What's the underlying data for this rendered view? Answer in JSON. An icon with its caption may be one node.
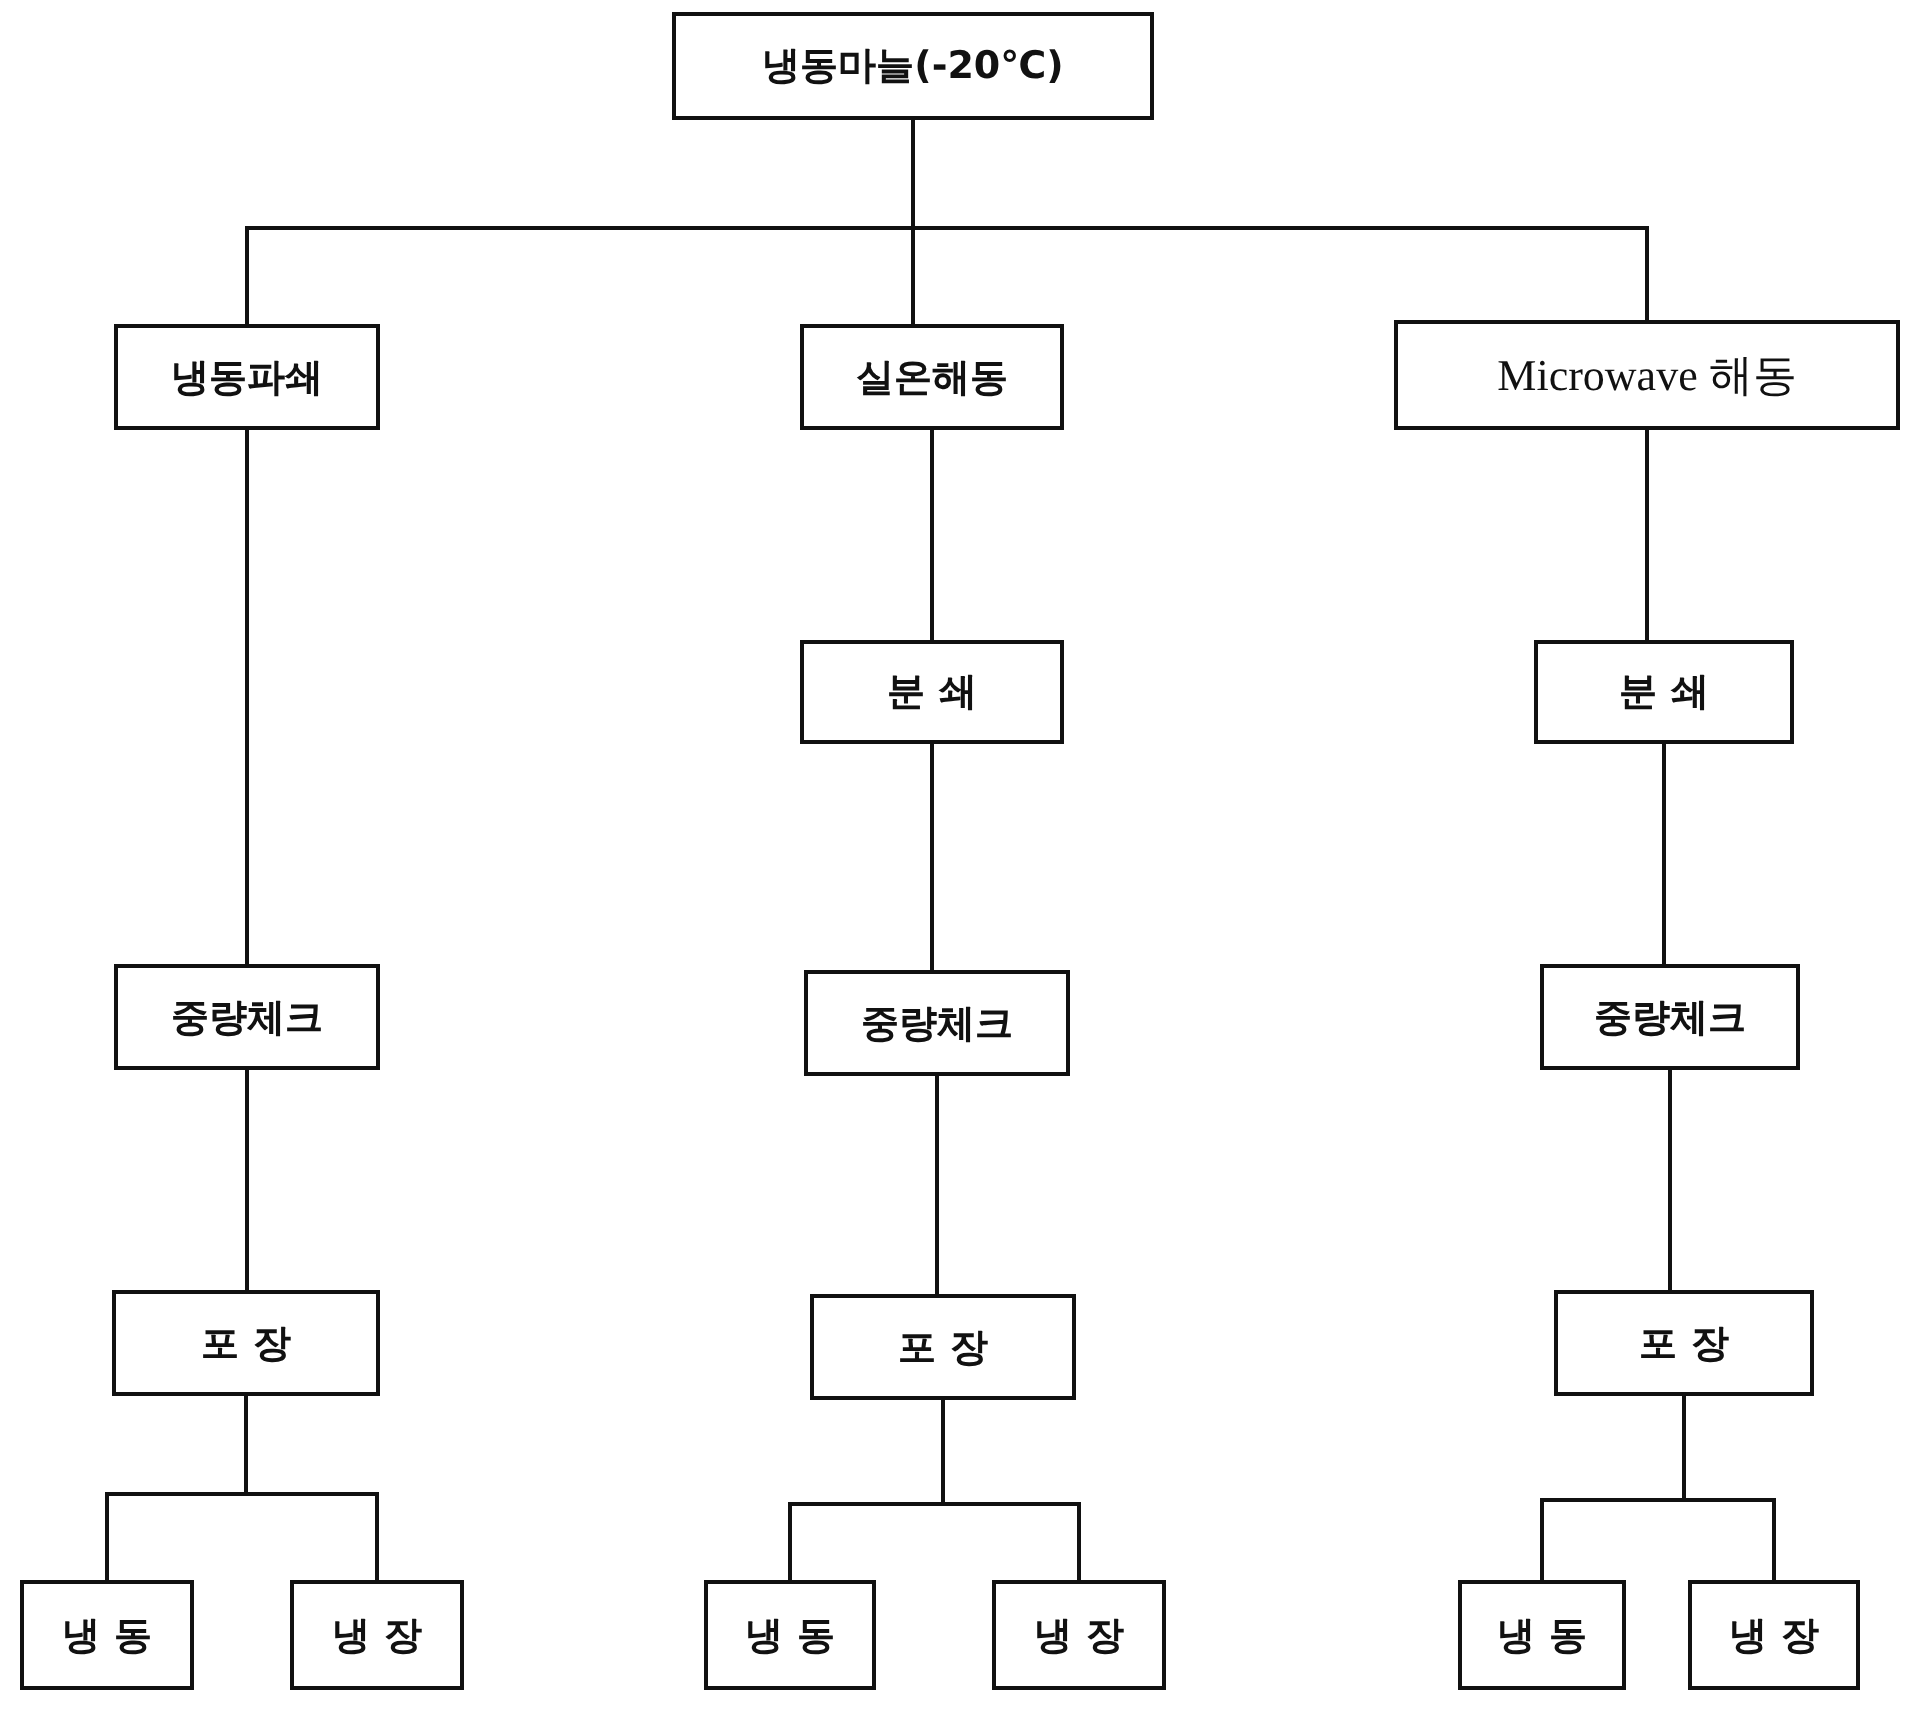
{
  "diagram": {
    "nodes": [
      {
        "text": [
          "냉동마늘(-20℃)"
        ]
      },
      {
        "text": [
          "냉동파쇄"
        ]
      },
      {
        "text": [
          "실온해동"
        ]
      },
      {
        "text": [
          "Microwave 해동"
        ]
      },
      {
        "text": [
          "분 쇄"
        ]
      },
      {
        "text": [
          "분 쇄"
        ]
      },
      {
        "text": [
          "중량체크"
        ]
      },
      {
        "text": [
          "중량체크"
        ]
      },
      {
        "text": [
          "중량체크"
        ]
      },
      {
        "text": [
          "포 장"
        ]
      },
      {
        "text": [
          "포 장"
        ]
      },
      {
        "text": [
          "포 장"
        ]
      },
      {
        "text": [
          "냉 동"
        ]
      },
      {
        "text": [
          "냉 장"
        ]
      },
      {
        "text": [
          "냉 동"
        ]
      },
      {
        "text": [
          "냉 장"
        ]
      },
      {
        "text": [
          "냉 동"
        ]
      },
      {
        "text": [
          "냉 장"
        ]
      }
    ],
    "edges": [
      {
        "from": 0,
        "to": 1,
        "arrow": "none"
      },
      {
        "from": 0,
        "to": 2,
        "arrow": "none"
      },
      {
        "from": 0,
        "to": 3,
        "arrow": "none"
      },
      {
        "from": 1,
        "to": 6,
        "arrow": "none"
      },
      {
        "from": 6,
        "to": 9,
        "arrow": "none"
      },
      {
        "from": 9,
        "to": 12,
        "arrow": "none"
      },
      {
        "from": 9,
        "to": 13,
        "arrow": "none"
      },
      {
        "from": 2,
        "to": 4,
        "arrow": "none"
      },
      {
        "from": 4,
        "to": 7,
        "arrow": "none"
      },
      {
        "from": 7,
        "to": 10,
        "arrow": "none"
      },
      {
        "from": 10,
        "to": 14,
        "arrow": "none"
      },
      {
        "from": 10,
        "to": 15,
        "arrow": "none"
      },
      {
        "from": 3,
        "to": 5,
        "arrow": "none"
      },
      {
        "from": 5,
        "to": 8,
        "arrow": "none"
      },
      {
        "from": 8,
        "to": 11,
        "arrow": "none"
      },
      {
        "from": 11,
        "to": 16,
        "arrow": "none"
      },
      {
        "from": 11,
        "to": 17,
        "arrow": "none"
      }
    ]
  }
}
